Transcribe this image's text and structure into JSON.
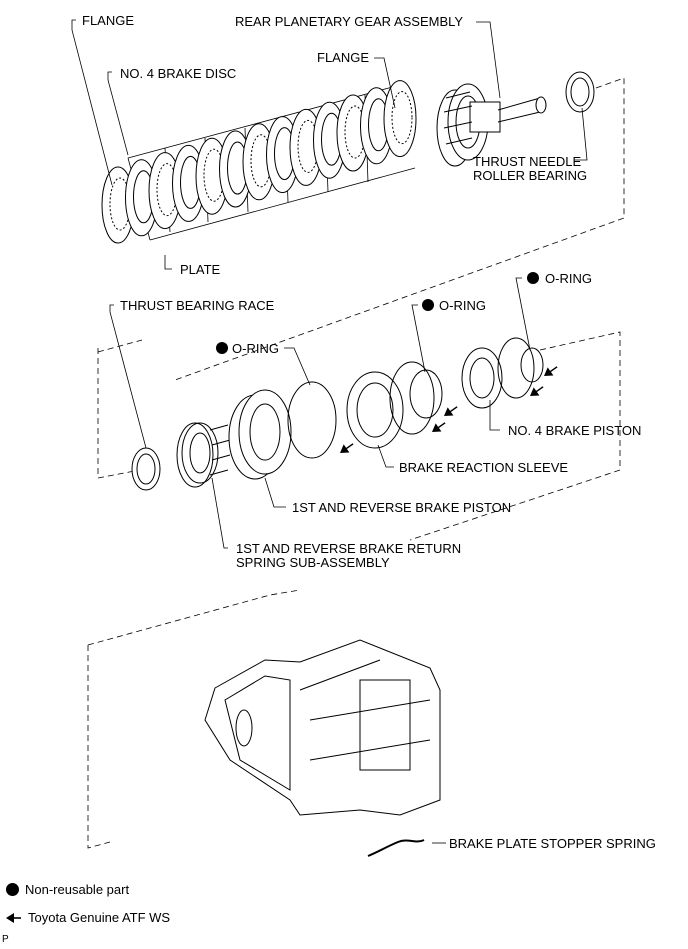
{
  "labels": {
    "flange_top": "FLANGE",
    "rear_planetary": "REAR PLANETARY GEAR ASSEMBLY",
    "flange_mid": "FLANGE",
    "no4_brake_disc": "NO. 4 BRAKE DISC",
    "thrust_needle_line1": "THRUST NEEDLE",
    "thrust_needle_line2": "ROLLER BEARING",
    "plate": "PLATE",
    "thrust_bearing_race": "THRUST BEARING RACE",
    "oring_1": "O-RING",
    "oring_2": "O-RING",
    "oring_3": "O-RING",
    "no4_brake_piston": "NO. 4 BRAKE PISTON",
    "brake_reaction_sleeve": "BRAKE REACTION SLEEVE",
    "first_reverse_piston": "1ST AND REVERSE BRAKE PISTON",
    "return_spring_line1": "1ST AND REVERSE BRAKE RETURN",
    "return_spring_line2": "SPRING SUB-ASSEMBLY",
    "brake_plate_stopper": "BRAKE PLATE STOPPER SPRING"
  },
  "legend": {
    "non_reusable": "Non-reusable part",
    "atf": "Toyota Genuine ATF WS"
  },
  "corner_mark": "P",
  "colors": {
    "line": "#000000",
    "background": "#ffffff"
  }
}
